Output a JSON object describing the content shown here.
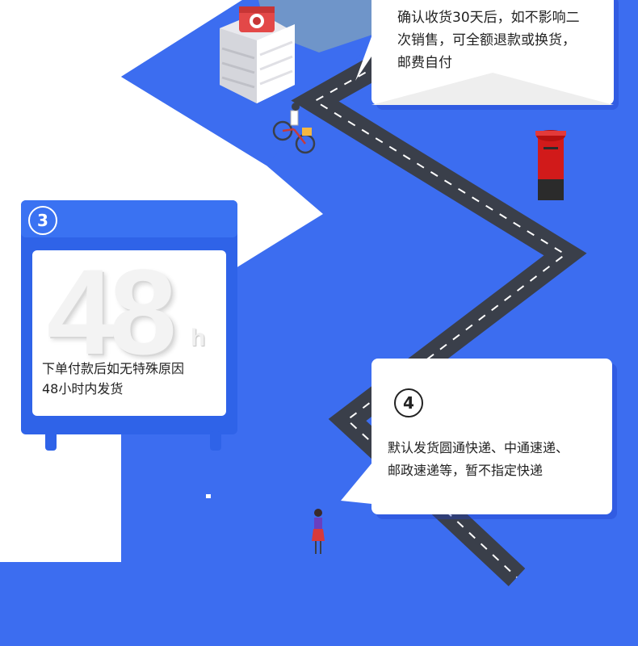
{
  "step_top": {
    "text_lines": [
      "确认收货30天后，如不影响二",
      "次销售，可全额退款或换货，",
      "邮费自付"
    ]
  },
  "step3": {
    "number": "3",
    "big_value": "48",
    "unit": "h",
    "text_lines": [
      "下单付款后如无特殊原因",
      "48小时内发货"
    ]
  },
  "step4": {
    "number": "4",
    "text_lines": [
      "默认发货圆通快递、中通速递、",
      "邮政速递等，暂不指定快递"
    ]
  },
  "colors": {
    "background": "#3c6df0",
    "panel_light": "#ffffff",
    "road": "#3a3f4a",
    "mailbox": "#d11a1a",
    "sign_blue": "#2f63e8"
  }
}
